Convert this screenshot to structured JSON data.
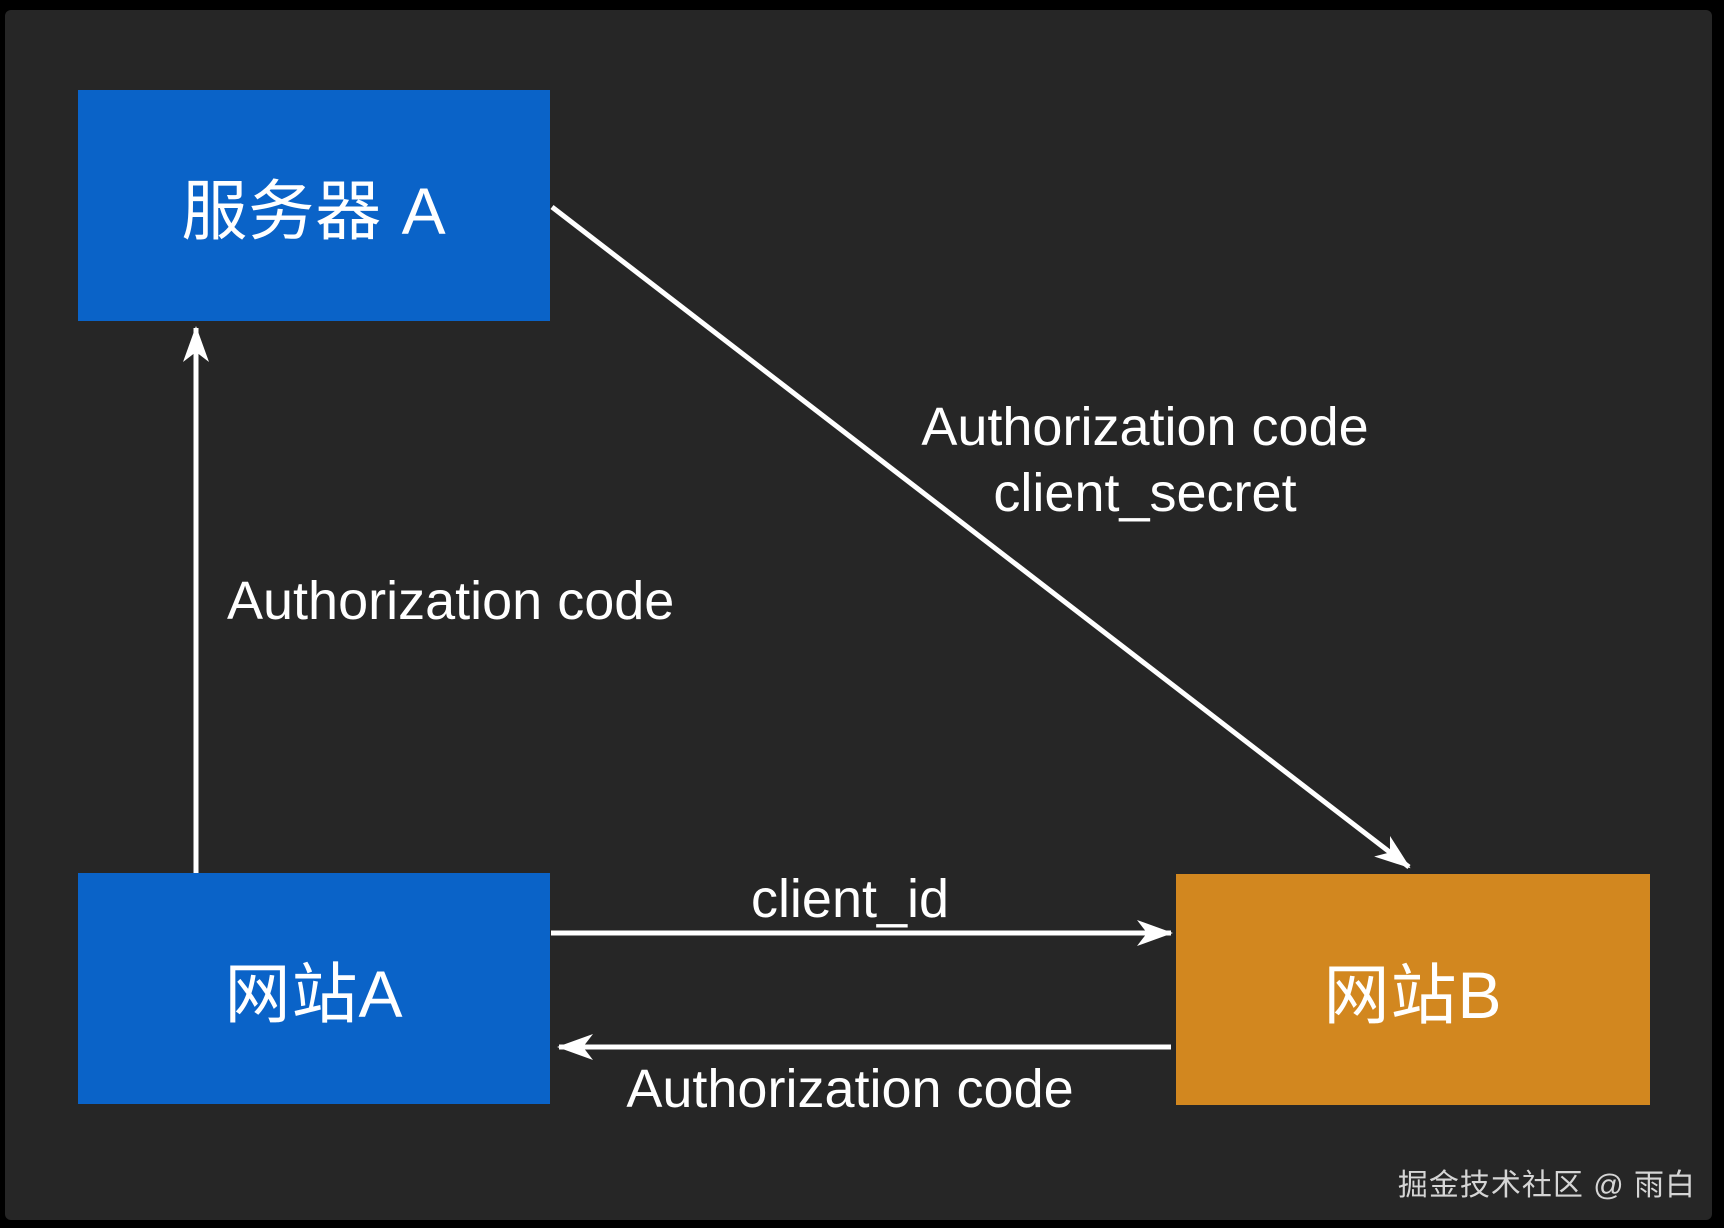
{
  "diagram": {
    "boxes": {
      "server_a": {
        "label": "服务器 A",
        "color": "#0a63c8"
      },
      "site_a": {
        "label": "网站A",
        "color": "#0a63c8"
      },
      "site_b": {
        "label": "网站B",
        "color": "#d2871f"
      }
    },
    "arrows": {
      "site_a_to_server_a": {
        "label": "Authorization code",
        "from": "网站A",
        "to": "服务器 A",
        "direction": "up"
      },
      "server_a_to_site_b": {
        "label_line1": "Authorization code",
        "label_line2": "client_secret",
        "from": "服务器 A",
        "to": "网站B",
        "direction": "diagonal-down-right"
      },
      "site_a_to_site_b": {
        "label": "client_id",
        "from": "网站A",
        "to": "网站B",
        "direction": "right"
      },
      "site_b_to_site_a": {
        "label": "Authorization code",
        "from": "网站B",
        "to": "网站A",
        "direction": "left"
      }
    },
    "colors": {
      "frame": "#000000",
      "background": "#262626",
      "node_blue": "#0a63c8",
      "node_orange": "#d2871f",
      "arrow": "#ffffff",
      "label_text": "#ffffff",
      "watermark_text": "#d5d5d5"
    }
  },
  "watermark": {
    "text": "掘金技术社区 @ 雨白"
  }
}
